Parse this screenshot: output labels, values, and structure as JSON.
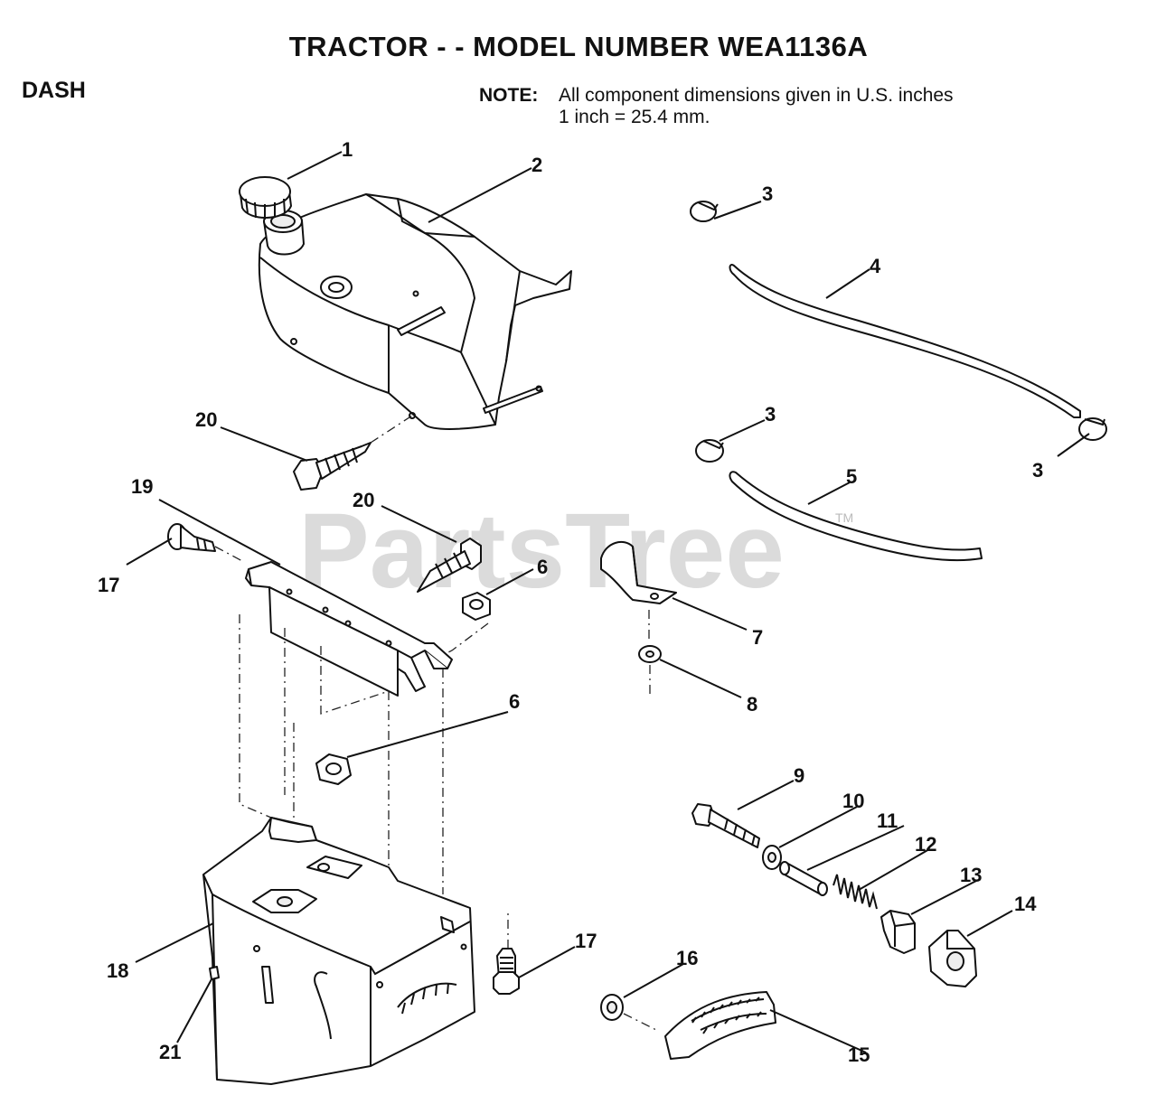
{
  "header": {
    "title": "TRACTOR - - MODEL NUMBER WEA1136A",
    "section": "DASH",
    "note_label": "NOTE:",
    "note_line1": "All component dimensions given in U.S. inches",
    "note_line2": "1 inch = 25.4 mm."
  },
  "watermark": {
    "text": "PartsTree",
    "tm": "TM"
  },
  "callouts": {
    "c1": "1",
    "c2": "2",
    "c3a": "3",
    "c3b": "3",
    "c3c": "3",
    "c4": "4",
    "c5": "5",
    "c6a": "6",
    "c6b": "6",
    "c7": "7",
    "c8": "8",
    "c9": "9",
    "c10": "10",
    "c11": "11",
    "c12": "12",
    "c13": "13",
    "c14": "14",
    "c15": "15",
    "c16": "16",
    "c17a": "17",
    "c17b": "17",
    "c18": "18",
    "c19": "19",
    "c20a": "20",
    "c20b": "20",
    "c21": "21"
  }
}
